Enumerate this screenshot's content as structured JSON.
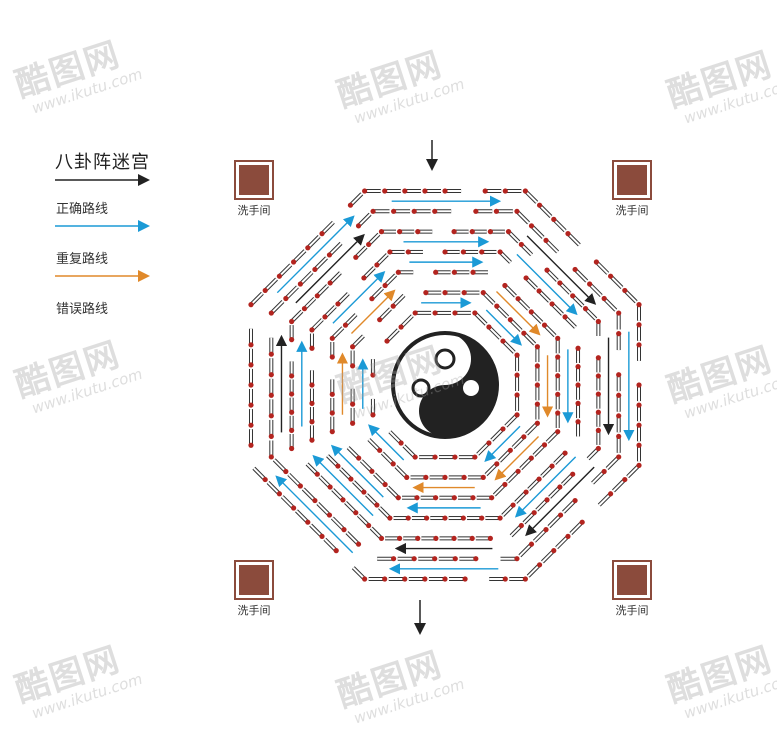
{
  "legend": {
    "title": "八卦阵迷宫",
    "items": [
      {
        "label": "正确路线",
        "color": "#1b9ad6"
      },
      {
        "label": "重复路线",
        "color": "#e0892a"
      },
      {
        "label": "错误路线",
        "color": "#222222"
      }
    ],
    "title_arrow_color": "#222222"
  },
  "restrooms": [
    {
      "label": "洗手间"
    },
    {
      "label": "洗手间"
    },
    {
      "label": "洗手间"
    },
    {
      "label": "洗手间"
    }
  ],
  "watermark": {
    "brand": "酷图网",
    "url": "www.ikutu.com"
  },
  "colors": {
    "wall_dot": "#b3241f",
    "wall_stroke": "#333333",
    "restroom": "#8b4b3c",
    "correct_route": "#1b9ad6",
    "repeat_route": "#e0892a",
    "wrong_route": "#222222"
  }
}
